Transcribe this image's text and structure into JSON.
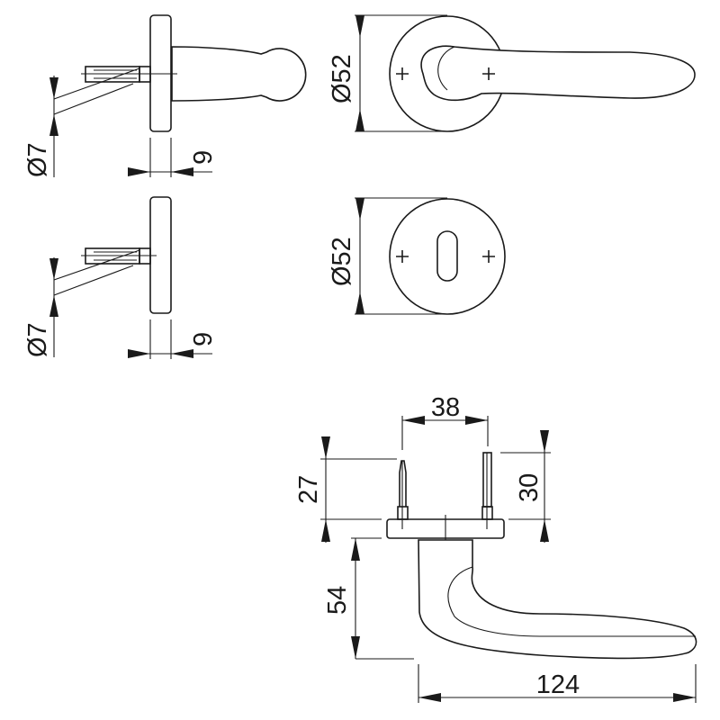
{
  "title": "Door handle rosette set dimension drawing",
  "side_view_lever": {
    "diameter_label": "Ø7",
    "thickness_label": "9"
  },
  "side_view_escutcheon": {
    "diameter_label": "Ø7",
    "thickness_label": "9"
  },
  "front_view_lever": {
    "diameter_label": "Ø52"
  },
  "front_view_escutcheon": {
    "diameter_label": "Ø52"
  },
  "lever_elevation": {
    "pin_spacing_label": "38",
    "left_pin_height_label": "27",
    "right_pin_height_label": "30",
    "lever_drop_label": "54",
    "lever_length_label": "124"
  },
  "colors": {
    "line": "#1a1a1a",
    "background": "#ffffff"
  }
}
